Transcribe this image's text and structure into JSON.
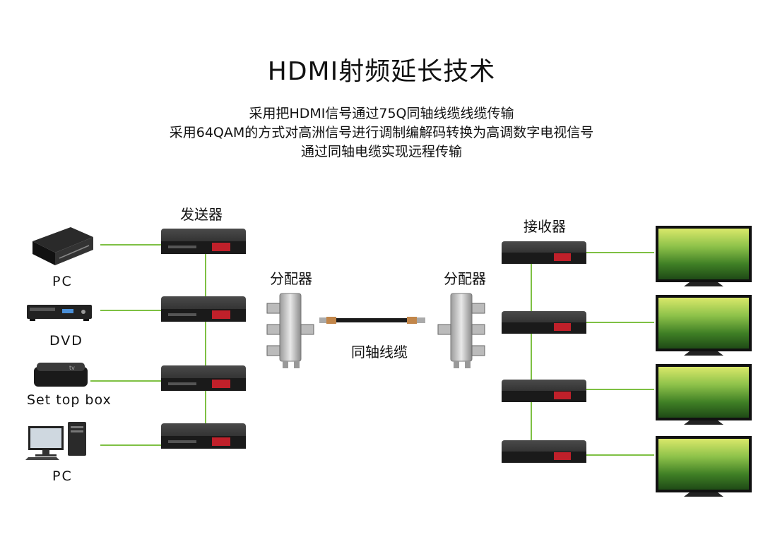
{
  "title": "HDMI射频延长技术",
  "subtitle_lines": [
    "采用把HDMI信号通过75Q同轴线缆线缆传输",
    "采用64QAM的方式对高洲信号进行调制编解码转换为高调数字电视信号",
    "通过同轴电缆实现远程传输"
  ],
  "labels": {
    "transmitter": "发送器",
    "receiver": "接收器",
    "splitter_left": "分配器",
    "splitter_right": "分配器",
    "coax": "同轴线缆"
  },
  "sources": [
    {
      "label": "PC",
      "icon": "game-console-icon"
    },
    {
      "label": "DVD",
      "icon": "dvd-player-icon"
    },
    {
      "label": "Set top box",
      "icon": "set-top-box-icon"
    },
    {
      "label": "PC",
      "icon": "desktop-pc-icon"
    }
  ],
  "colors": {
    "link": "#7ec043",
    "device_body": "#2b2b2b",
    "display": "#c0202a",
    "screen": "#6da33a"
  }
}
